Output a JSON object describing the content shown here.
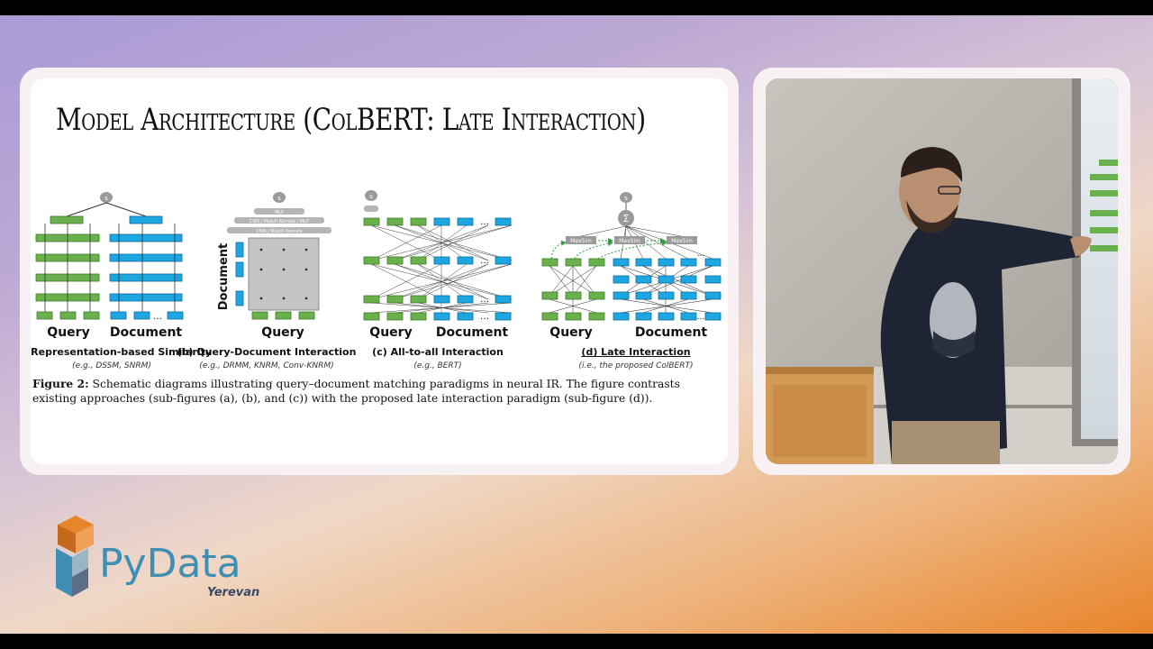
{
  "slide": {
    "title": "Model Architecture (ColBERT: Late Interaction)",
    "panels": [
      {
        "caption": "(a) Representation-based Similarity",
        "example": "(e.g., DSSM, SNRM)",
        "left_label": "Query",
        "right_label": "Document"
      },
      {
        "caption": "(b) Query-Document Interaction",
        "example": "(e.g., DRMM, KNRM, Conv-KNRM)",
        "left_label": "Query",
        "right_label": "Document"
      },
      {
        "caption": "(c) All-to-all Interaction",
        "example": "(e.g., BERT)",
        "left_label": "Query",
        "right_label": "Document"
      },
      {
        "caption": "(d) Late Interaction",
        "example": "(i.e., the proposed ColBERT)",
        "left_label": "Query",
        "right_label": "Document"
      }
    ],
    "figure_caption_lead": "Figure 2:",
    "figure_caption_text": " Schematic diagrams illustrating query–document matching paradigms in neural IR. The figure contrasts existing approaches (sub-figures (a), (b), and (c)) with the proposed late interaction paradigm (sub-figure (d)).",
    "maxsim_label": "MaxSim",
    "sum_symbol": "Σ",
    "score_symbol": "s",
    "ellipsis": "…",
    "b_layers": [
      "MLP",
      "CNN / Match Kernels / MLP",
      "CNN / Match Kernels"
    ]
  },
  "colors": {
    "query_green": "#6ab04c",
    "doc_blue": "#1ea6e0",
    "gray_node": "#9a9a9a",
    "accent_orange": "#e8842a",
    "logo_blue": "#3f8fb4"
  },
  "logo": {
    "name": "PyData",
    "city": "Yerevan"
  }
}
